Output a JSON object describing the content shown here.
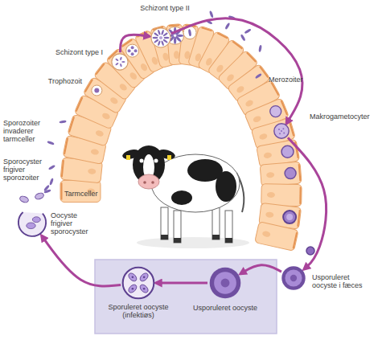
{
  "diagram": {
    "nodes": [
      {
        "text": [
          "Schizont type I"
        ]
      },
      {
        "text": [
          "Schizont type II"
        ]
      },
      {
        "text": [
          "Makrogametocyter"
        ]
      },
      {
        "text": [
          "Usporuleret oocyste i fæces"
        ]
      },
      {
        "text": [
          "Usporuleret oocyste"
        ]
      },
      {
        "text": [
          "Sporuleret oocyste (infektiøs)"
        ]
      },
      {
        "text": [
          "Oocyste frigiver sporocyster"
        ]
      }
    ],
    "edges": [
      {
        "from": 0,
        "to": 1,
        "arrow": "to"
      },
      {
        "from": 1,
        "to": 2,
        "arrow": "to"
      },
      {
        "from": 2,
        "to": 3,
        "arrow": "to"
      },
      {
        "from": 3,
        "to": 4,
        "arrow": "to"
      },
      {
        "from": 4,
        "to": 5,
        "arrow": "to"
      },
      {
        "from": 5,
        "to": 6,
        "arrow": "to"
      }
    ],
    "labels": [
      "Merozoiter",
      "Trophozoit",
      "Sporozoiter invaderer tarmceller",
      "Tarmceller",
      "Sporocyster frigiver sporozoiter"
    ]
  }
}
